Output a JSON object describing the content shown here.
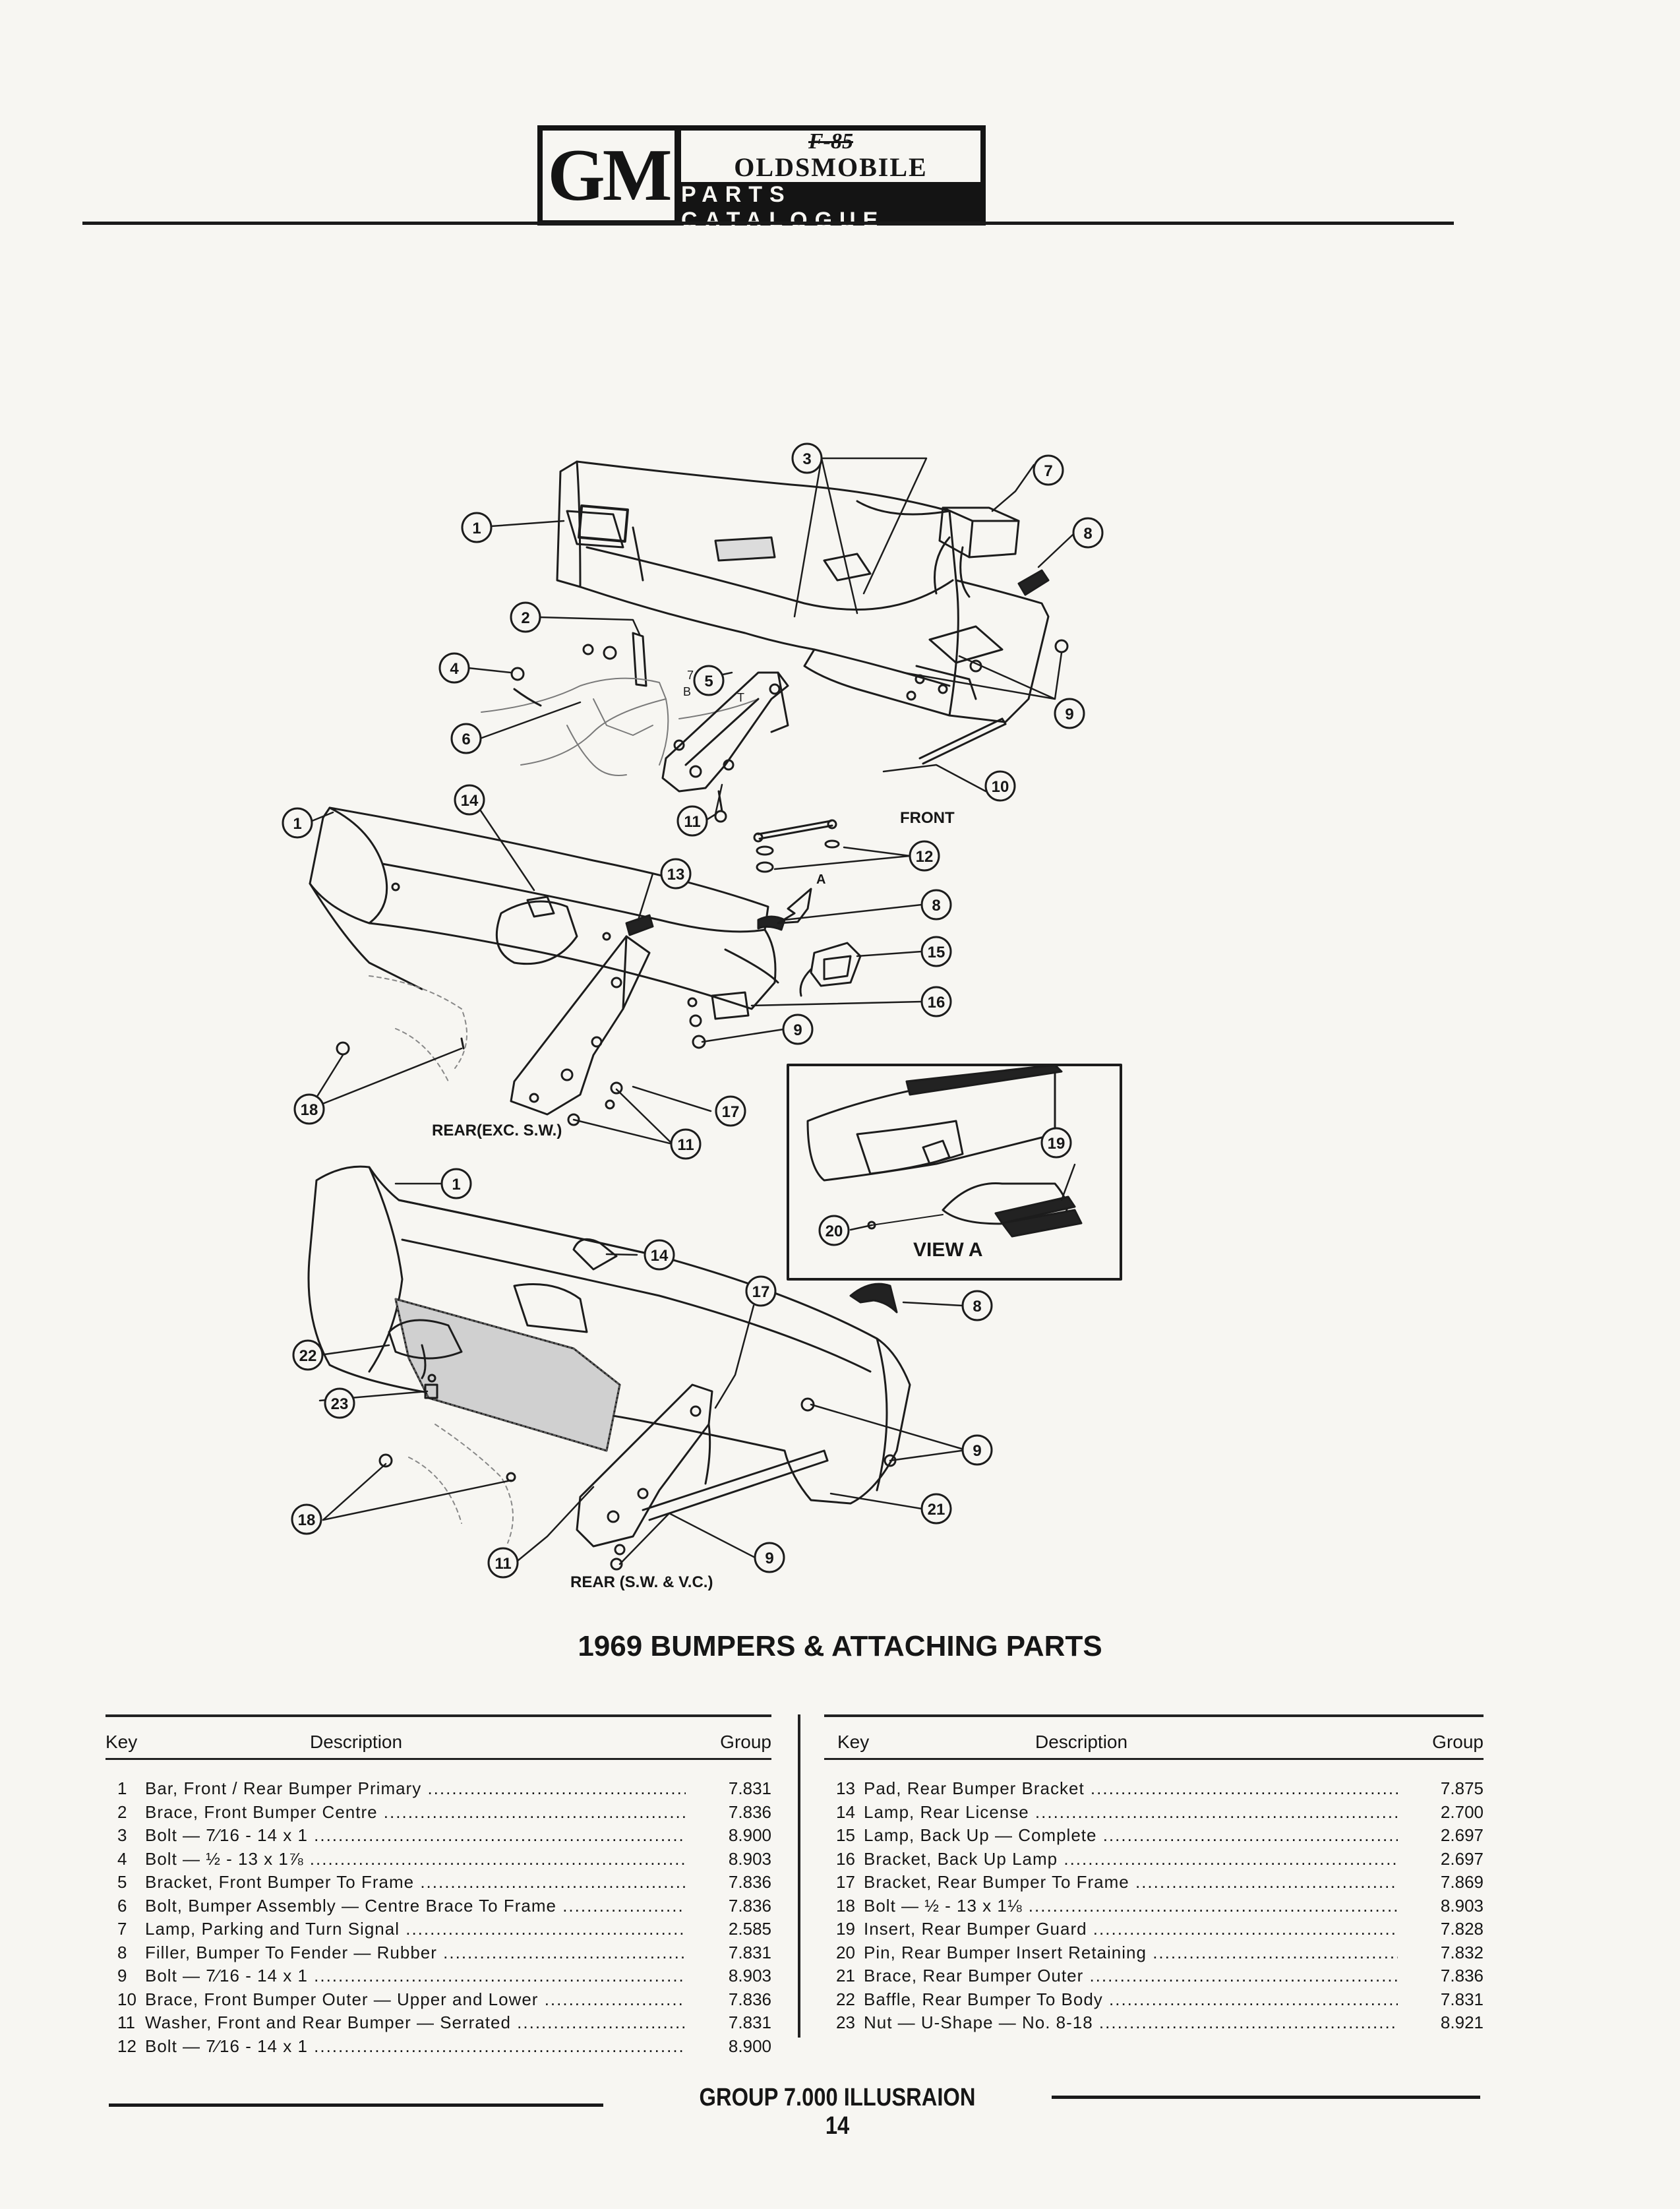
{
  "header": {
    "logo_gm": "GM",
    "logo_model": "F-85",
    "logo_make": "OLDSMOBILE",
    "logo_catalogue": "PARTS CATALOGUE"
  },
  "diagram": {
    "labels": {
      "front": "FRONT",
      "rear_exc": "REAR(EXC. S.W.)",
      "rear_sw": "REAR (S.W. & V.C.)",
      "view_a": "VIEW A",
      "arrow_a": "A",
      "small_7": "7",
      "small_b": "B",
      "small_t": "T"
    },
    "callouts": [
      "1",
      "3",
      "7",
      "8",
      "2",
      "4",
      "5",
      "9",
      "6",
      "10",
      "14",
      "12",
      "13",
      "15",
      "16",
      "18",
      "17",
      "11",
      "19",
      "20",
      "22",
      "23",
      "21"
    ]
  },
  "title": "1969 BUMPERS & ATTACHING PARTS",
  "table": {
    "col_key": "Key",
    "col_desc": "Description",
    "col_group": "Group",
    "left_rows": [
      {
        "key": "1",
        "desc": "Bar, Front / Rear Bumper Primary",
        "group": "7.831"
      },
      {
        "key": "2",
        "desc": "Brace, Front Bumper Centre",
        "group": "7.836"
      },
      {
        "key": "3",
        "desc": "Bolt — 7⁄16 - 14 x 1",
        "group": "8.900"
      },
      {
        "key": "4",
        "desc": "Bolt — ½ - 13 x 1⅞",
        "group": "8.903"
      },
      {
        "key": "5",
        "desc": "Bracket, Front Bumper To Frame",
        "group": "7.836"
      },
      {
        "key": "6",
        "desc": "Bolt, Bumper Assembly — Centre Brace To Frame",
        "group": "7.836"
      },
      {
        "key": "7",
        "desc": "Lamp, Parking and Turn Signal",
        "group": "2.585"
      },
      {
        "key": "8",
        "desc": "Filler, Bumper To Fender — Rubber",
        "group": "7.831"
      },
      {
        "key": "9",
        "desc": "Bolt — 7⁄16 - 14 x 1",
        "group": "8.903"
      },
      {
        "key": "10",
        "desc": "Brace, Front Bumper Outer — Upper and Lower",
        "group": "7.836"
      },
      {
        "key": "11",
        "desc": "Washer, Front and Rear Bumper — Serrated",
        "group": "7.831"
      },
      {
        "key": "12",
        "desc": "Bolt — 7⁄16 - 14 x 1",
        "group": "8.900"
      }
    ],
    "right_rows": [
      {
        "key": "13",
        "desc": "Pad, Rear Bumper Bracket",
        "group": "7.875"
      },
      {
        "key": "14",
        "desc": "Lamp, Rear License",
        "group": "2.700"
      },
      {
        "key": "15",
        "desc": "Lamp, Back Up — Complete",
        "group": "2.697"
      },
      {
        "key": "16",
        "desc": "Bracket, Back Up Lamp",
        "group": "2.697"
      },
      {
        "key": "17",
        "desc": "Bracket, Rear Bumper To Frame",
        "group": "7.869"
      },
      {
        "key": "18",
        "desc": "Bolt — ½ - 13 x 1⅛",
        "group": "8.903"
      },
      {
        "key": "19",
        "desc": "Insert, Rear Bumper Guard",
        "group": "7.828"
      },
      {
        "key": "20",
        "desc": "Pin, Rear Bumper Insert Retaining",
        "group": "7.832"
      },
      {
        "key": "21",
        "desc": "Brace, Rear Bumper Outer",
        "group": "7.836"
      },
      {
        "key": "22",
        "desc": "Baffle, Rear Bumper To Body",
        "group": "7.831"
      },
      {
        "key": "23",
        "desc": "Nut — U-Shape — No. 8-18",
        "group": "8.921"
      }
    ]
  },
  "footer": "GROUP 7.000 ILLUSRAION 14"
}
